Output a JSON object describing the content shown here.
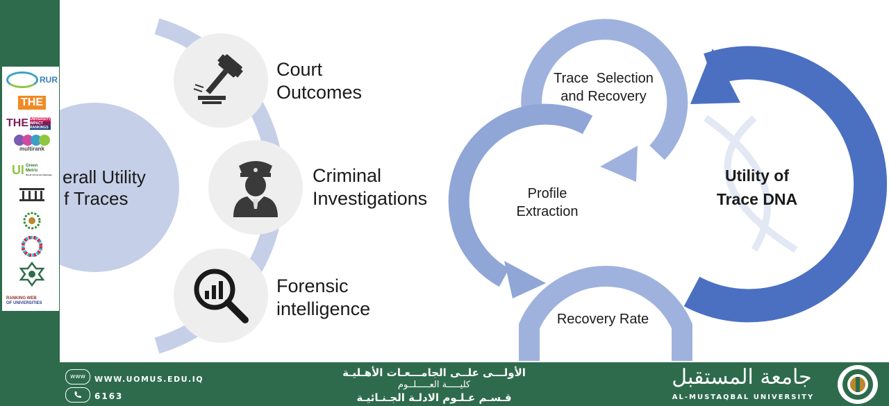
{
  "left_diagram": {
    "overall_label_line1": "erall Utility",
    "overall_label_line2": "f Traces",
    "items": [
      {
        "line1": "Court",
        "line2": "Outcomes",
        "icon": "gavel-icon"
      },
      {
        "line1": "Criminal",
        "line2": "Investigations",
        "icon": "police-officer-icon"
      },
      {
        "line1": "Forensic",
        "line2": "intelligence",
        "icon": "magnifier-chart-icon"
      }
    ]
  },
  "right_diagram": {
    "step1_line1": "Trace  Selection",
    "step1_line2": "and Recovery",
    "step2_line1": "Profile",
    "step2_line2": "Extraction",
    "step3": "Recovery Rate",
    "center_line1": "Utility of",
    "center_line2": "Trace DNA"
  },
  "rankings": {
    "rur": "RUR",
    "the": "THE",
    "the_impact": "THE",
    "the_impact_sub1": "UNIVERSITY",
    "the_impact_sub2": "IMPACT",
    "the_impact_sub3": "RANKINGS",
    "multirank": "multirank",
    "greenmetric_1": "Green",
    "greenmetric_2": "Metric",
    "greenmetric_3": "World University Rankings",
    "webometrics_1": "RANKING WEB",
    "webometrics_2": "OF UNIVERSITIES"
  },
  "footer": {
    "website": "WWW.UOMUS.EDU.IQ",
    "www_icon_text": "www",
    "phone": "6163",
    "arabic_line1": "الأولـــى علــى الجامـــعـات الأهـليـة",
    "arabic_line2": "كليـــــة العـــــلــوم",
    "arabic_line3": "قـسـم عـلـوم الادلـة الجـنـائيـة",
    "university_arabic": "جامعة المستقبل",
    "university_english": "AL-MUSTAQBAL UNIVERSITY"
  },
  "colors": {
    "green": "#2e6b4c",
    "light_blue": "#c5cfe8",
    "mid_blue": "#8fa6d6",
    "dark_blue": "#4b70c1"
  }
}
